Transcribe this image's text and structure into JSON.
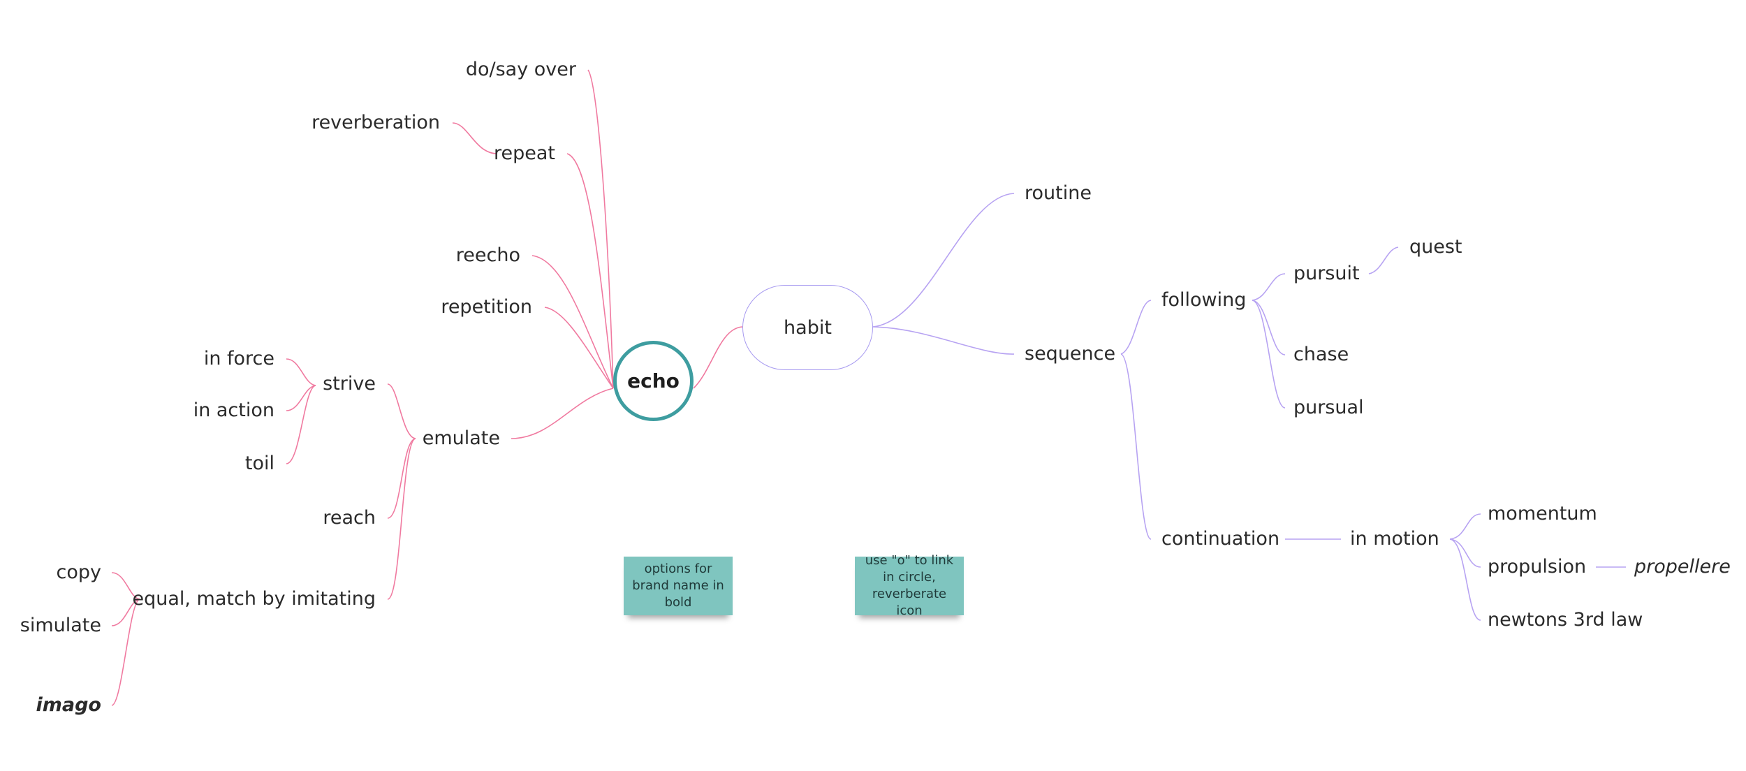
{
  "colors": {
    "left_branch": "#f07aa0",
    "right_branch": "#b7a3f2",
    "center_ring": "#3e9da0",
    "sticky": "#7fc5bf"
  },
  "center": {
    "label": "echo"
  },
  "habit": {
    "label": "habit"
  },
  "left": {
    "do_say_over": "do/say over",
    "repeat": "repeat",
    "reverberation": "reverberation",
    "reecho": "reecho",
    "repetition": "repetition",
    "emulate": "emulate",
    "strive": "strive",
    "in_force": "in force",
    "in_action": "in action",
    "toil": "toil",
    "reach": "reach",
    "equal_match": "equal, match by imitating",
    "copy": "copy",
    "simulate": "simulate",
    "imago": "imago"
  },
  "right": {
    "routine": "routine",
    "sequence": "sequence",
    "following": "following",
    "pursuit": "pursuit",
    "quest": "quest",
    "chase": "chase",
    "pursual": "pursual",
    "continuation": "continuation",
    "in_motion": "in motion",
    "momentum": "momentum",
    "propulsion": "propulsion",
    "propellere": "propellere",
    "newtons_3rd_law": "newtons 3rd law"
  },
  "stickies": {
    "brand_note": "options for brand name in bold",
    "link_note": "use \"o\" to link in circle, reverberate icon"
  }
}
